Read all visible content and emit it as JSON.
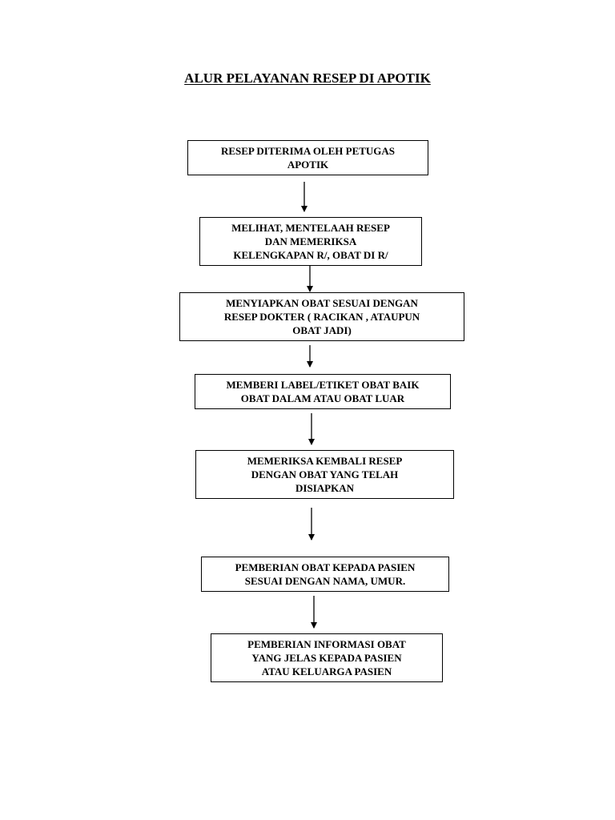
{
  "title": "ALUR PELAYANAN RESEP DI APOTIK",
  "steps": [
    {
      "text": "RESEP DITERIMA OLEH PETUGAS\nAPOTIK"
    },
    {
      "text": "MELIHAT, MENTELAAH  RESEP\nDAN MEMERIKSA\nKELENGKAPAN R/, OBAT DI R/"
    },
    {
      "text": "MENYIAPKAN OBAT SESUAI DENGAN\nRESEP DOKTER ( RACIKAN , ATAUPUN\nOBAT JADI)"
    },
    {
      "text": "MEMBERI LABEL/ETIKET OBAT BAIK\nOBAT DALAM ATAU OBAT LUAR"
    },
    {
      "text": "MEMERIKSA  KEMBALI RESEP\nDENGAN OBAT YANG TELAH\nDISIAPKAN"
    },
    {
      "text": "PEMBERIAN OBAT KEPADA PASIEN\nSESUAI DENGAN NAMA, UMUR."
    },
    {
      "text": "PEMBERIAN INFORMASI OBAT\nYANG JELAS KEPADA PASIEN\nATAU KELUARGA PASIEN"
    }
  ]
}
